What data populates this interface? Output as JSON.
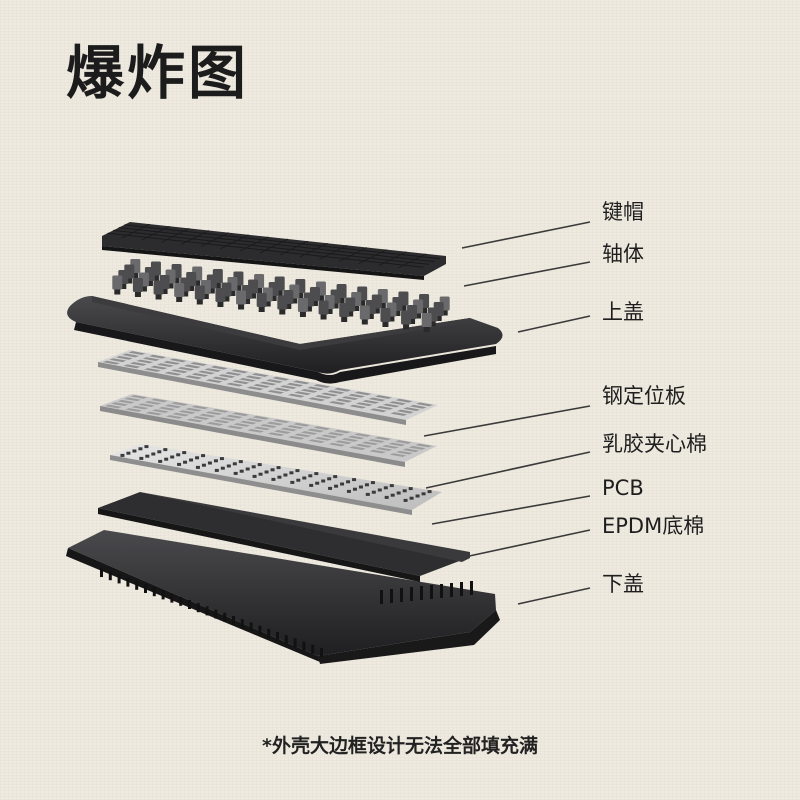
{
  "title": "爆炸图",
  "layers": [
    "键帽",
    "轴体",
    "上盖",
    "钢定位板",
    "乳胶夹心棉",
    "PCB",
    "EPDM底棉",
    "下盖"
  ],
  "footnote": "*外壳大边框设计无法全部填充满",
  "colors": {
    "background": "#efeae0",
    "case": "#2b2b2d",
    "plate": "#d9d9d9",
    "text": "#1e1e1e"
  }
}
